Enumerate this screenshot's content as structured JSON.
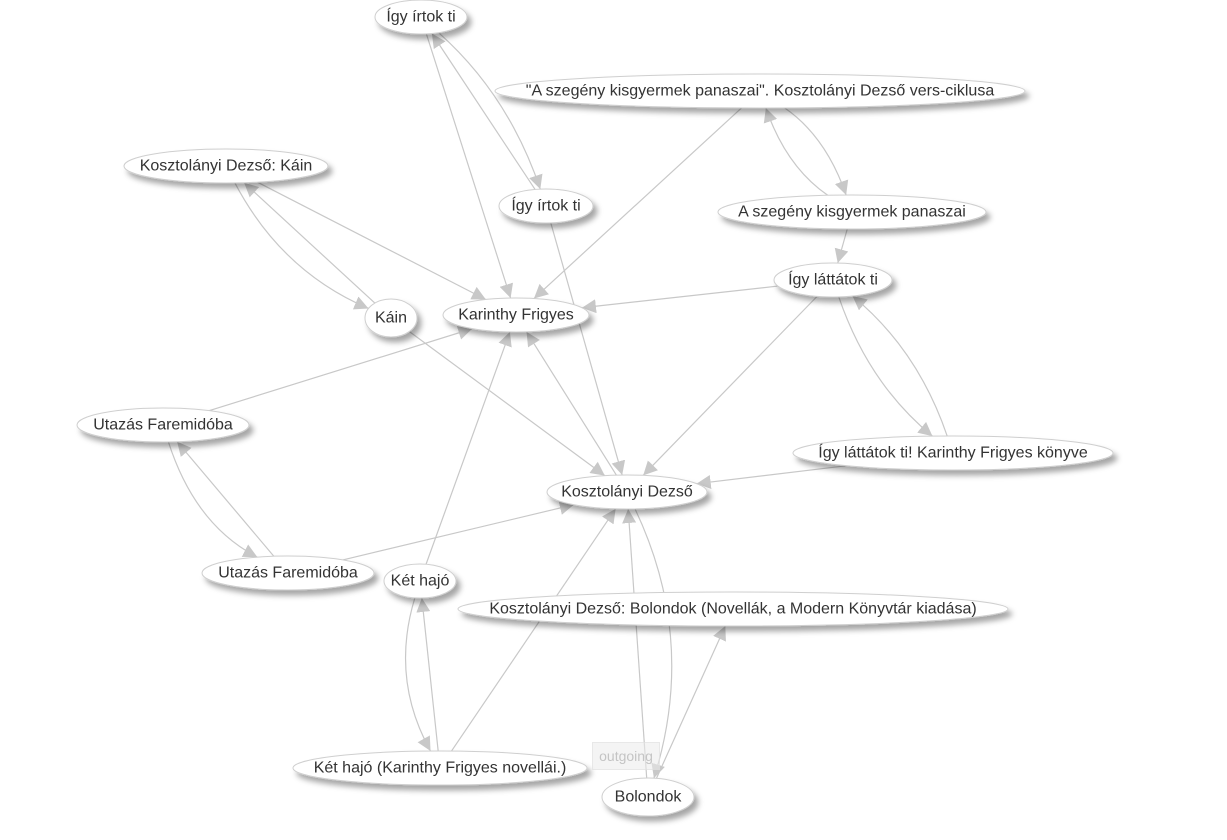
{
  "graph": {
    "nodes": [
      {
        "id": "n1",
        "label": "Így írtok ti"
      },
      {
        "id": "n2",
        "label": "\"A szegény kisgyermek panaszai\". Kosztolányi Dezső vers-ciklusa"
      },
      {
        "id": "n3",
        "label": "Kosztolányi Dezső: Káin"
      },
      {
        "id": "n4",
        "label": "Így írtok ti"
      },
      {
        "id": "n5",
        "label": "A szegény kisgyermek panaszai"
      },
      {
        "id": "n6",
        "label": "Így láttátok ti"
      },
      {
        "id": "n7",
        "label": "Káin"
      },
      {
        "id": "n8",
        "label": "Karinthy Frigyes"
      },
      {
        "id": "n9",
        "label": "Utazás Faremidóba"
      },
      {
        "id": "n10",
        "label": "Így láttátok ti! Karinthy Frigyes könyve"
      },
      {
        "id": "n11",
        "label": "Kosztolányi Dezső"
      },
      {
        "id": "n13",
        "label": "Két hajó"
      },
      {
        "id": "n12",
        "label": "Utazás Faremidóba"
      },
      {
        "id": "n14",
        "label": "Kosztolányi Dezső: Bolondok (Novellák, a Modern Könyvtár kiadása)"
      },
      {
        "id": "n15",
        "label": "Két hajó (Karinthy Frigyes novellái.)"
      },
      {
        "id": "n16",
        "label": "Bolondok"
      }
    ],
    "edges": [
      {
        "from": "n1",
        "to": "n4"
      },
      {
        "from": "n4",
        "to": "n1"
      },
      {
        "from": "n1",
        "to": "n8"
      },
      {
        "from": "n4",
        "to": "n11"
      },
      {
        "from": "n2",
        "to": "n5"
      },
      {
        "from": "n5",
        "to": "n2"
      },
      {
        "from": "n2",
        "to": "n8"
      },
      {
        "from": "n3",
        "to": "n7"
      },
      {
        "from": "n7",
        "to": "n3"
      },
      {
        "from": "n3",
        "to": "n8"
      },
      {
        "from": "n7",
        "to": "n11"
      },
      {
        "from": "n5",
        "to": "n6"
      },
      {
        "from": "n6",
        "to": "n8"
      },
      {
        "from": "n6",
        "to": "n11"
      },
      {
        "from": "n6",
        "to": "n10"
      },
      {
        "from": "n10",
        "to": "n6"
      },
      {
        "from": "n10",
        "to": "n11"
      },
      {
        "from": "n11",
        "to": "n8"
      },
      {
        "from": "n9",
        "to": "n8"
      },
      {
        "from": "n9",
        "to": "n12"
      },
      {
        "from": "n12",
        "to": "n9"
      },
      {
        "from": "n12",
        "to": "n11"
      },
      {
        "from": "n13",
        "to": "n8"
      },
      {
        "from": "n13",
        "to": "n15"
      },
      {
        "from": "n15",
        "to": "n13"
      },
      {
        "from": "n15",
        "to": "n11"
      },
      {
        "from": "n11",
        "to": "n16"
      },
      {
        "from": "n16",
        "to": "n11"
      },
      {
        "from": "n16",
        "to": "n14"
      }
    ]
  },
  "tooltip": {
    "label": "outgoing"
  }
}
